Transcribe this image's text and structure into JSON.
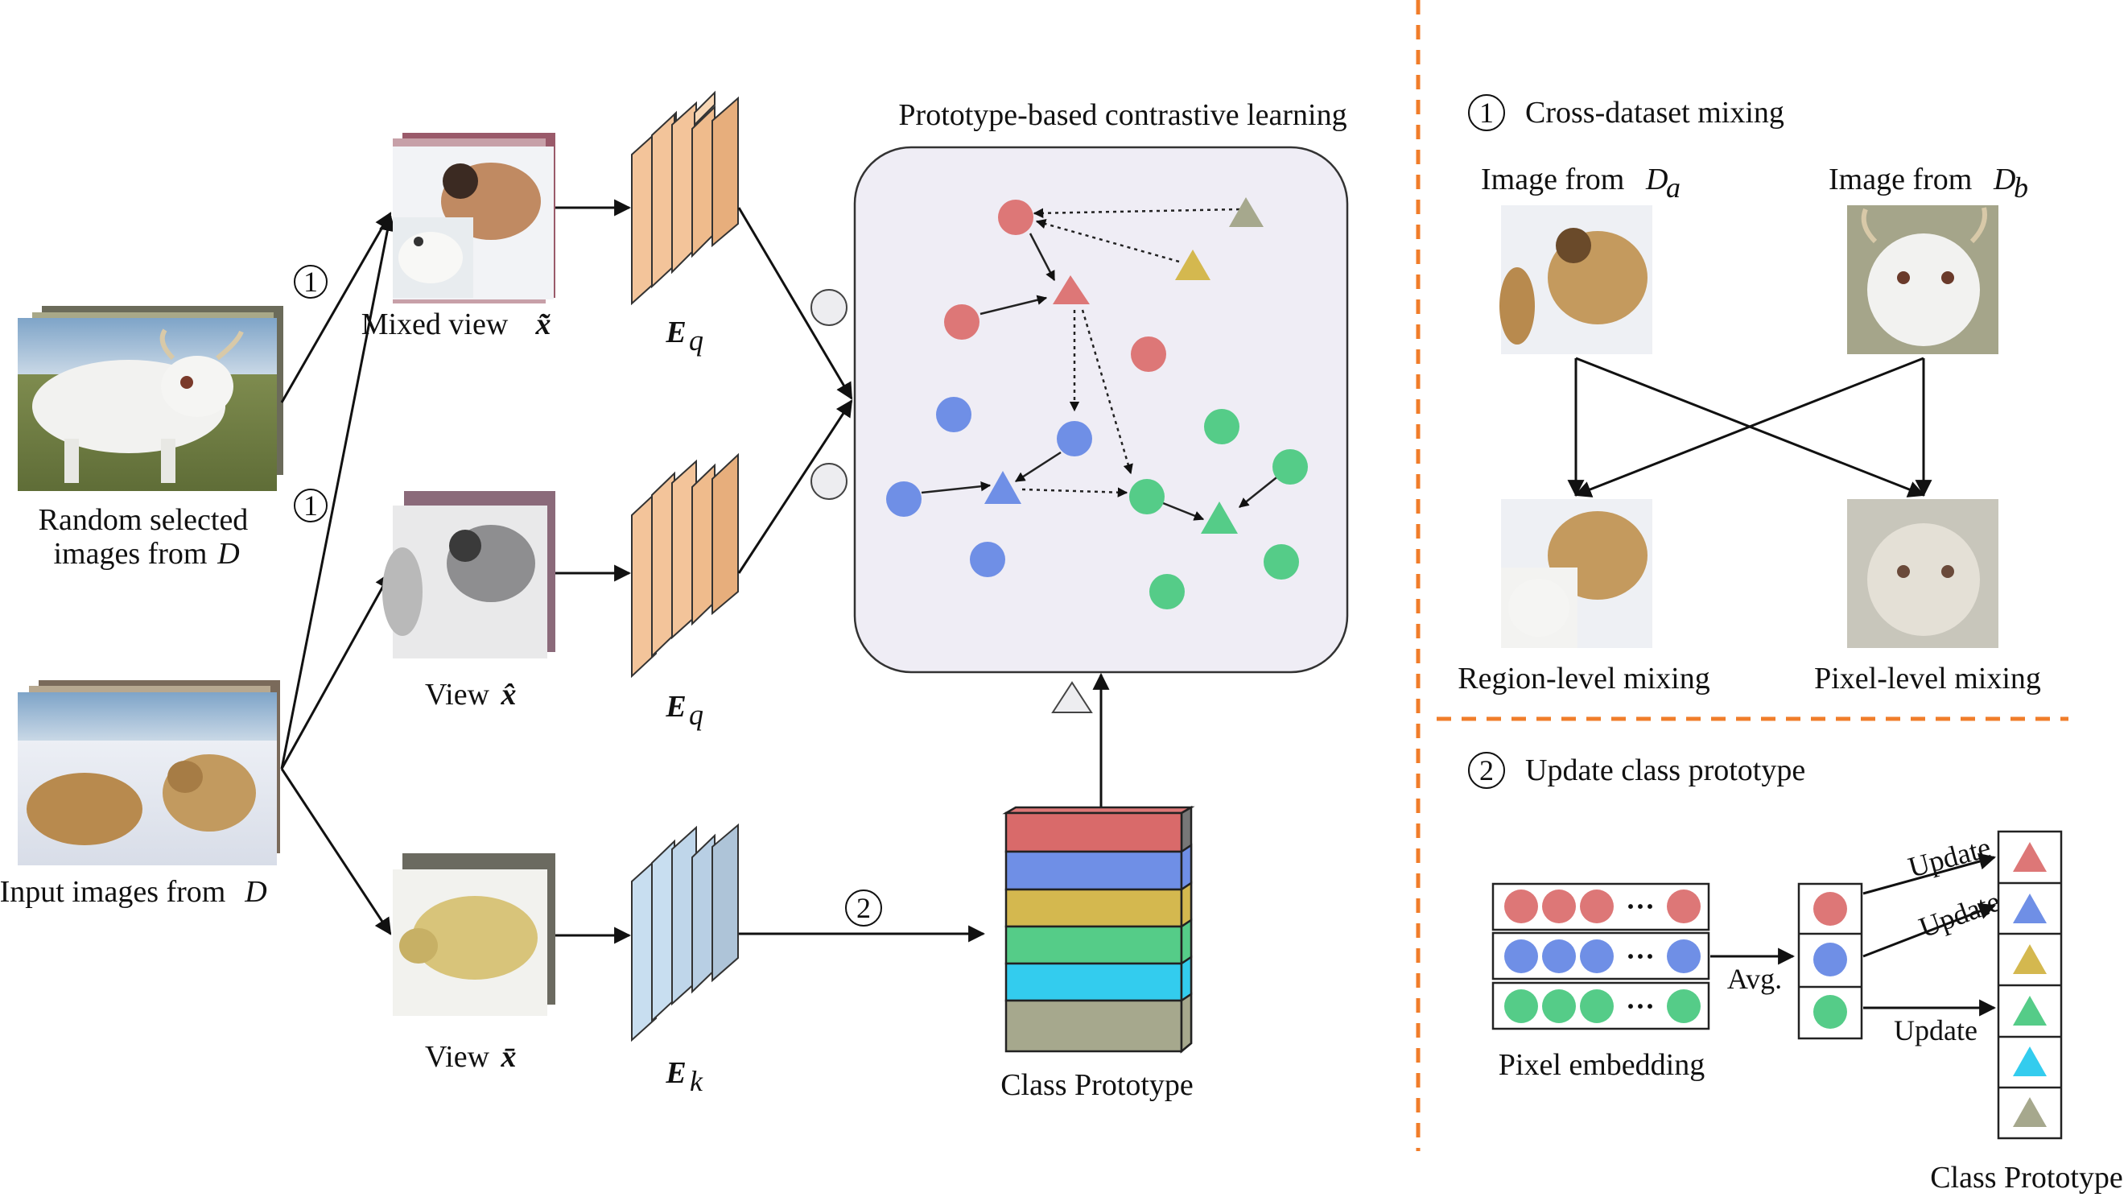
{
  "left": {
    "random_images_label_1": "Random selected",
    "random_images_label_2": "images from",
    "random_images_var": "D",
    "input_images_label": "Input images from",
    "input_images_var": "D",
    "step_badge_1": "1",
    "step_badge_2": "1",
    "mixed_view_label": "Mixed view",
    "mixed_view_var": "x̃",
    "view_hat_label": "View",
    "view_hat_var": "x̂",
    "view_bar_label": "View",
    "view_bar_var": "x̄",
    "encoder_q1": "E",
    "encoder_q1_sub": "q",
    "encoder_q2": "E",
    "encoder_q2_sub": "q",
    "encoder_k": "E",
    "encoder_k_sub": "k",
    "update_badge": "2"
  },
  "center": {
    "panel_title": "Prototype-based contrastive learning",
    "class_prototype_label": "Class Prototype"
  },
  "right_top": {
    "section_badge": "1",
    "section_title": "Cross-dataset mixing",
    "image_a_label": "Image from",
    "image_a_var": "D",
    "image_a_sub": "a",
    "image_b_label": "Image from",
    "image_b_var": "D",
    "image_b_sub": "b",
    "region_mix_label": "Region-level mixing",
    "pixel_mix_label": "Pixel-level mixing"
  },
  "right_bottom": {
    "section_badge": "2",
    "section_title": "Update class prototype",
    "dots": "···",
    "avg_label": "Avg.",
    "update_1": "Update",
    "update_2": "Update",
    "update_3": "Update",
    "pixel_embedding_label": "Pixel embedding",
    "class_prototype_label": "Class Prototype"
  },
  "colors": {
    "red": "#dd7777",
    "blue": "#6f8fe6",
    "yellow": "#d4b84f",
    "green": "#55cc88",
    "cyan": "#33ccee",
    "olive": "#a6a88d",
    "encoder_q": "#f3c49a",
    "encoder_k": "#c8def0",
    "panel_bg": "#efedf5",
    "divider": "#f07d2a"
  }
}
